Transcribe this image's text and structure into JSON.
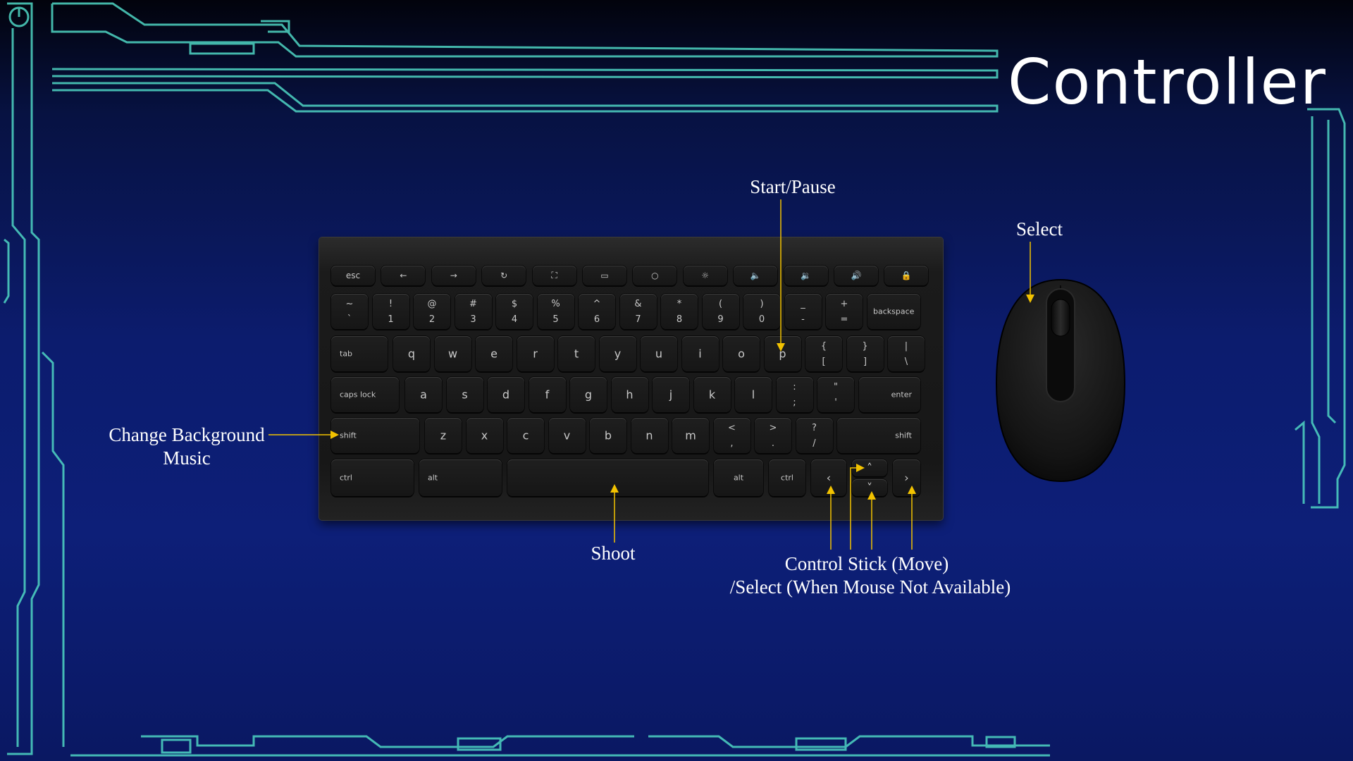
{
  "title": "Controller",
  "labels": {
    "start_pause": "Start/Pause",
    "select": "Select",
    "change_bg_line1": "Change Background",
    "change_bg_line2": "Music",
    "shoot": "Shoot",
    "control_line1": "Control Stick (Move)",
    "control_line2": "/Select (When Mouse Not Available)"
  },
  "keyboard": {
    "fn_row": [
      {
        "name": "esc-key",
        "main": "esc"
      },
      {
        "name": "back-key",
        "main": "←"
      },
      {
        "name": "forward-key",
        "main": "→"
      },
      {
        "name": "refresh-key",
        "main": "↻"
      },
      {
        "name": "fullscreen-key",
        "main": "⛶"
      },
      {
        "name": "overview-key",
        "main": "▭"
      },
      {
        "name": "brightness-down-key",
        "main": "○"
      },
      {
        "name": "brightness-up-key",
        "main": "☼"
      },
      {
        "name": "mute-key",
        "main": "🔈"
      },
      {
        "name": "volume-down-key",
        "main": "🔉"
      },
      {
        "name": "volume-up-key",
        "main": "🔊"
      },
      {
        "name": "lock-key",
        "main": "🔒"
      }
    ],
    "number_row": [
      {
        "name": "key-tilde",
        "top": "~",
        "bottom": "`"
      },
      {
        "name": "key-1",
        "top": "!",
        "bottom": "1"
      },
      {
        "name": "key-2",
        "top": "@",
        "bottom": "2"
      },
      {
        "name": "key-3",
        "top": "#",
        "bottom": "3"
      },
      {
        "name": "key-4",
        "top": "$",
        "bottom": "4"
      },
      {
        "name": "key-5",
        "top": "%",
        "bottom": "5"
      },
      {
        "name": "key-6",
        "top": "^",
        "bottom": "6"
      },
      {
        "name": "key-7",
        "top": "&",
        "bottom": "7"
      },
      {
        "name": "key-8",
        "top": "*",
        "bottom": "8"
      },
      {
        "name": "key-9",
        "top": "(",
        "bottom": "9"
      },
      {
        "name": "key-0",
        "top": ")",
        "bottom": "0"
      },
      {
        "name": "key-minus",
        "top": "_",
        "bottom": "-"
      },
      {
        "name": "key-equals",
        "top": "+",
        "bottom": "="
      }
    ],
    "backspace": "backspace",
    "tab": "tab",
    "qwerty_row": [
      "q",
      "w",
      "e",
      "r",
      "t",
      "y",
      "u",
      "i",
      "o",
      "p"
    ],
    "bracket_keys": [
      {
        "name": "key-left-bracket",
        "top": "{",
        "bottom": "["
      },
      {
        "name": "key-right-bracket",
        "top": "}",
        "bottom": "]"
      },
      {
        "name": "key-backslash",
        "top": "|",
        "bottom": "\\"
      }
    ],
    "caps_lock": "caps lock",
    "home_row": [
      "a",
      "s",
      "d",
      "f",
      "g",
      "h",
      "j",
      "k",
      "l"
    ],
    "home_punct": [
      {
        "name": "key-semicolon",
        "top": ":",
        "bottom": ";"
      },
      {
        "name": "key-quote",
        "top": "\"",
        "bottom": "'"
      }
    ],
    "enter": "enter",
    "shift_left": "shift",
    "bottom_row": [
      "z",
      "x",
      "c",
      "v",
      "b",
      "n",
      "m"
    ],
    "bottom_punct": [
      {
        "name": "key-comma",
        "top": "<",
        "bottom": ","
      },
      {
        "name": "key-period",
        "top": ">",
        "bottom": "."
      },
      {
        "name": "key-slash",
        "top": "?",
        "bottom": "/"
      }
    ],
    "shift_right": "shift",
    "ctrl_left": "ctrl",
    "alt_left": "alt",
    "alt_right": "alt",
    "ctrl_right": "ctrl",
    "arrow_left": "‹",
    "arrow_up": "˄",
    "arrow_down": "˅",
    "arrow_right": "›"
  },
  "colors": {
    "accent_frame": "#4fd6c4",
    "arrow": "#f2c200",
    "background": "#0c1c6e"
  }
}
